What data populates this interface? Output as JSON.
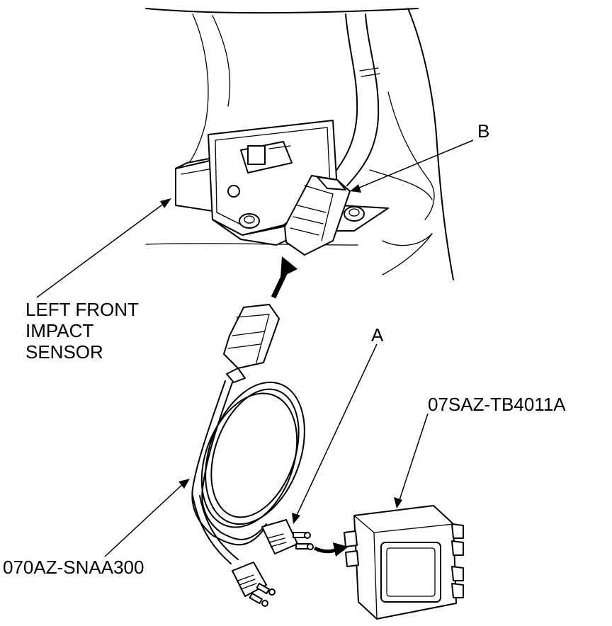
{
  "labels": {
    "sensor_line1": "LEFT FRONT",
    "sensor_line2": "IMPACT",
    "sensor_line3": "SENSOR",
    "callout_b": "B",
    "callout_a": "A",
    "tool_part": "07SAZ-TB4011A",
    "harness_part": "070AZ-SNAA300"
  }
}
